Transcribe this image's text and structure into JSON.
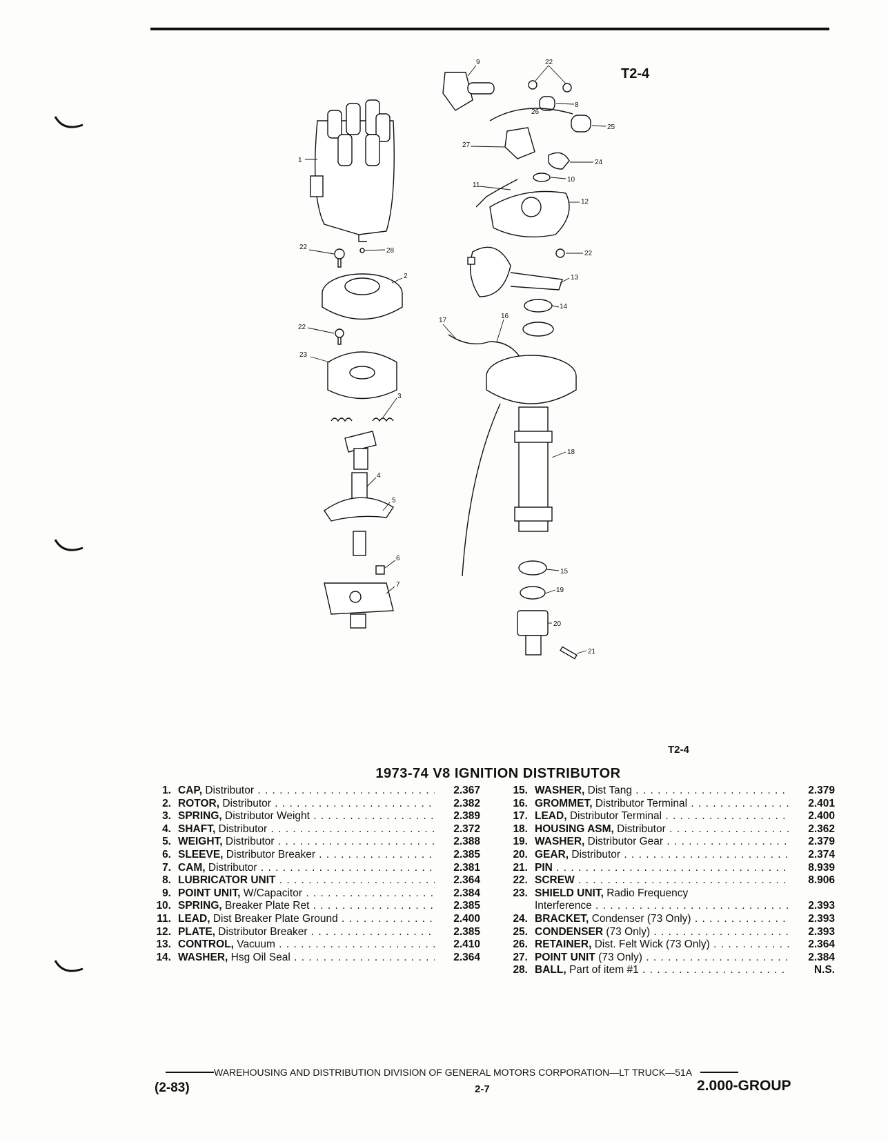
{
  "figure": {
    "label_top": "T2-4",
    "label_bottom": "T2-4"
  },
  "callouts": [
    "9",
    "22",
    "26",
    "8",
    "25",
    "27",
    "24",
    "10",
    "11",
    "12",
    "1",
    "22",
    "28",
    "2",
    "22",
    "13",
    "14",
    "22",
    "17",
    "16",
    "23",
    "3",
    "18",
    "4",
    "5",
    "15",
    "6",
    "7",
    "19",
    "20",
    "21"
  ],
  "title": "1973-74 V8 IGNITION DISTRIBUTOR",
  "parts_left": [
    {
      "num": "1.",
      "part": "CAP,",
      "desc": "Distributor",
      "code": "2.367"
    },
    {
      "num": "2.",
      "part": "ROTOR,",
      "desc": "Distributor",
      "code": "2.382"
    },
    {
      "num": "3.",
      "part": "SPRING,",
      "desc": "Distributor Weight",
      "code": "2.389"
    },
    {
      "num": "4.",
      "part": "SHAFT,",
      "desc": "Distributor",
      "code": "2.372"
    },
    {
      "num": "5.",
      "part": "WEIGHT,",
      "desc": "Distributor",
      "code": "2.388"
    },
    {
      "num": "6.",
      "part": "SLEEVE,",
      "desc": "Distributor Breaker",
      "code": "2.385"
    },
    {
      "num": "7.",
      "part": "CAM,",
      "desc": "Distributor",
      "code": "2.381"
    },
    {
      "num": "8.",
      "part": "LUBRICATOR UNIT",
      "desc": "",
      "code": "2.364"
    },
    {
      "num": "9.",
      "part": "POINT UNIT,",
      "desc": "W/Capacitor",
      "code": "2.384"
    },
    {
      "num": "10.",
      "part": "SPRING,",
      "desc": "Breaker Plate Ret",
      "code": "2.385"
    },
    {
      "num": "11.",
      "part": "LEAD,",
      "desc": "Dist Breaker Plate Ground",
      "code": "2.400"
    },
    {
      "num": "12.",
      "part": "PLATE,",
      "desc": "Distributor Breaker",
      "code": "2.385"
    },
    {
      "num": "13.",
      "part": "CONTROL,",
      "desc": "Vacuum",
      "code": "2.410"
    },
    {
      "num": "14.",
      "part": "WASHER,",
      "desc": "Hsg Oil Seal",
      "code": "2.364"
    }
  ],
  "parts_right": [
    {
      "num": "15.",
      "part": "WASHER,",
      "desc": "Dist Tang",
      "code": "2.379"
    },
    {
      "num": "16.",
      "part": "GROMMET,",
      "desc": "Distributor Terminal",
      "code": "2.401"
    },
    {
      "num": "17.",
      "part": "LEAD,",
      "desc": "Distributor Terminal",
      "code": "2.400"
    },
    {
      "num": "18.",
      "part": "HOUSING ASM,",
      "desc": "Distributor",
      "code": "2.362"
    },
    {
      "num": "19.",
      "part": "WASHER,",
      "desc": "Distributor Gear",
      "code": "2.379"
    },
    {
      "num": "20.",
      "part": "GEAR,",
      "desc": "Distributor",
      "code": "2.374"
    },
    {
      "num": "21.",
      "part": "PIN",
      "desc": "",
      "code": "8.939"
    },
    {
      "num": "22.",
      "part": "SCREW",
      "desc": "",
      "code": "8.906"
    },
    {
      "num": "23.",
      "part": "SHIELD UNIT,",
      "desc": "Radio Frequency",
      "code": ""
    },
    {
      "num": "",
      "part": "",
      "desc": "Interference",
      "code": "2.393"
    },
    {
      "num": "24.",
      "part": "BRACKET,",
      "desc": "Condenser (73 Only)",
      "code": "2.393"
    },
    {
      "num": "25.",
      "part": "CONDENSER",
      "desc": "(73 Only)",
      "code": "2.393"
    },
    {
      "num": "26.",
      "part": "RETAINER,",
      "desc": "Dist. Felt Wick (73 Only)",
      "code": "2.364"
    },
    {
      "num": "27.",
      "part": "POINT UNIT",
      "desc": "(73 Only)",
      "code": "2.384"
    },
    {
      "num": "28.",
      "part": "BALL,",
      "desc": "Part of item #1",
      "code": "N.S."
    }
  ],
  "footer": {
    "line": "WAREHOUSING AND DISTRIBUTION DIVISION OF GENERAL MOTORS CORPORATION—LT TRUCK—51A",
    "left": "(2-83)",
    "center": "2-7",
    "right": "2.000-GROUP"
  }
}
